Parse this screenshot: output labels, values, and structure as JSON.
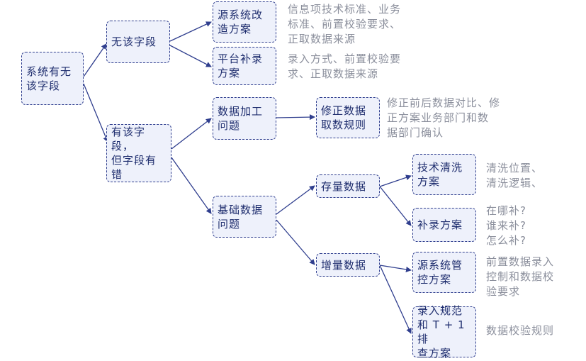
{
  "nodes": {
    "root": "系统有无\n该字段",
    "no_field": "无该字段",
    "has_field": "有该字段，\n但字段有\n错",
    "source_fix": "源系统改\n造方案",
    "platform_supp": "平台补录\n方案",
    "processing_issue": "数据加工\n问题",
    "fix_rules": "修正数据\n取数规则",
    "basic_issue": "基础数据\n问题",
    "stock_data": "存量数据",
    "incremental_data": "增量数据",
    "tech_clean": "技术清洗\n方案",
    "supp_plan": "补录方案",
    "source_control": "源系统管\n控方案",
    "entry_standard": "录入规范\n和 T + 1 排\n查方案"
  },
  "notes": {
    "source_fix": "信息项技术标准、业务\n标准、前置校验要求、\n正取数据来源",
    "platform_supp": "录入方式、前置校验要\n求、正取数据来源",
    "fix_rules": "修正前后数据对比、修\n正方案业务部门和数\n据部门确认",
    "tech_clean": "清洗位置、\n清洗逻辑、",
    "supp_plan": "在哪补?\n谁来补?\n怎么补?",
    "source_control": "前置数据录入\n控制和数据校\n验要求",
    "entry_standard": "数据校验规则"
  },
  "colors": {
    "line": "#2f3e8e",
    "box_fill": "#eef1fb",
    "text": "#1e2d6e",
    "note_text": "#8b8f9c"
  }
}
